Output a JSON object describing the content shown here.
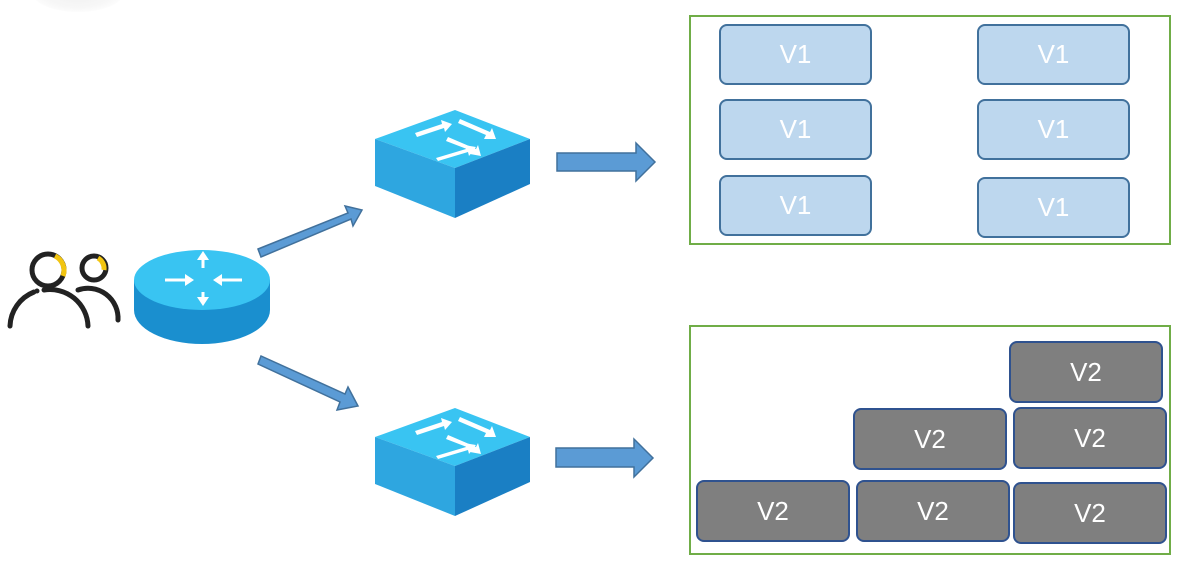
{
  "v1_group": {
    "nodes": [
      {
        "label": "V1"
      },
      {
        "label": "V1"
      },
      {
        "label": "V1"
      },
      {
        "label": "V1"
      },
      {
        "label": "V1"
      },
      {
        "label": "V1"
      }
    ]
  },
  "v2_group": {
    "nodes": [
      {
        "label": "V2"
      },
      {
        "label": "V2"
      },
      {
        "label": "V2"
      },
      {
        "label": "V2"
      },
      {
        "label": "V2"
      },
      {
        "label": "V2"
      }
    ]
  },
  "icons": {
    "users": "users-icon",
    "router": "router-icon",
    "switch_top": "switch-icon",
    "switch_bottom": "switch-icon"
  },
  "colors": {
    "box_border": "#70ad47",
    "v1_fill": "#bdd7ee",
    "v1_border": "#41719c",
    "v2_fill": "#7f7f7f",
    "v2_border": "#2f528f",
    "arrow": "#5b9bd5",
    "device_top": "#39c4f2",
    "device_side": "#1a8fcf"
  }
}
